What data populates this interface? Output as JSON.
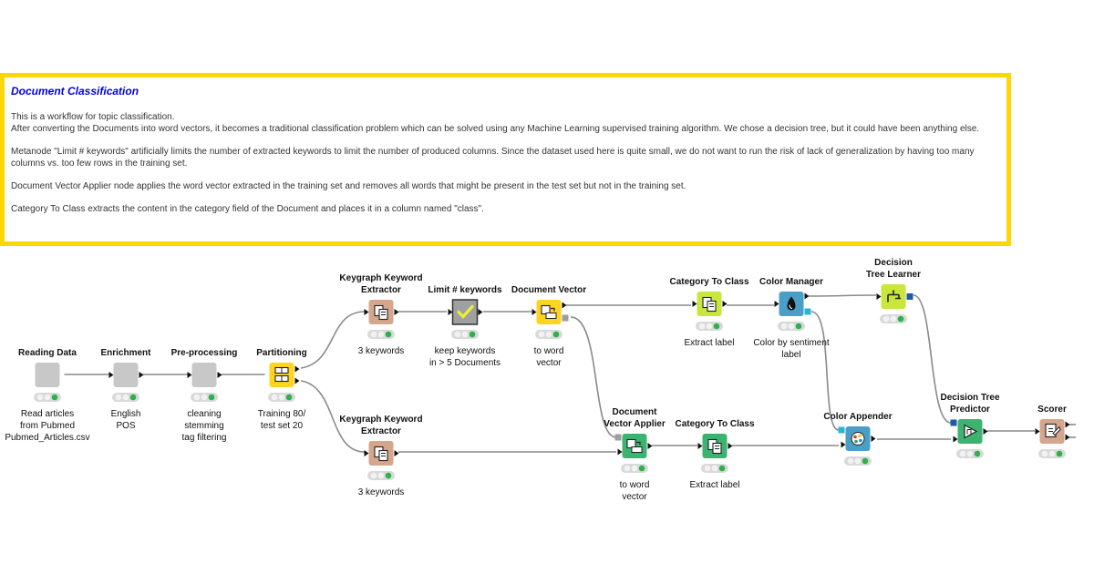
{
  "annotation": {
    "title": "Document Classification",
    "paragraphs": [
      "This is a workflow for topic classification.\nAfter converting the Documents into word vectors, it becomes a traditional classification problem which can be solved using any Machine Learning supervised training algorithm. We chose a decision tree, but it could have been anything else.",
      "Metanode \"Limit # keywords\" artificially limits the number of extracted keywords to limit the number of produced columns. Since the dataset used here is quite small, we do not want to run the risk of lack of generalization by having too many columns vs. too few rows in the training set.",
      "Document Vector Applier node applies the word vector extracted in the training set and removes all words that might be present in the test set but not in the training set.",
      "Category To Class extracts the content in the category field of the Document and places it in a column named \"class\"."
    ]
  },
  "colors": {
    "annotation_border": "#ffd700",
    "annotation_title": "#0000e6",
    "source_node": "#c8c8c8",
    "manipulator_node": "#ffd41e",
    "text_node": "#d5a58c",
    "learner_node": "#c9e63c",
    "predictor_node": "#3cb371",
    "viz_node": "#4a9fc7",
    "status_ok": "#2bb24c"
  },
  "nodes": [
    {
      "id": "reading",
      "title": [
        "Reading Data"
      ],
      "desc": [
        "Read articles",
        "from Pubmed",
        "Pubmed_Articles.csv"
      ],
      "kind": "source",
      "icon": "blank-icon"
    },
    {
      "id": "enrich",
      "title": [
        "Enrichment"
      ],
      "desc": [
        "English",
        "POS"
      ],
      "kind": "source",
      "icon": "blank-icon"
    },
    {
      "id": "preproc",
      "title": [
        "Pre-processing"
      ],
      "desc": [
        "cleaning",
        "stemming",
        "tag filtering"
      ],
      "kind": "source",
      "icon": "blank-icon"
    },
    {
      "id": "partition",
      "title": [
        "Partitioning"
      ],
      "desc": [
        "Training 80/",
        "test set 20"
      ],
      "kind": "manipulator",
      "icon": "table-split-icon"
    },
    {
      "id": "kge1",
      "title": [
        "Keygraph Keyword",
        "Extractor"
      ],
      "desc": [
        "3 keywords"
      ],
      "kind": "text",
      "icon": "keyword-icon"
    },
    {
      "id": "limit",
      "title": [
        "Limit # keywords"
      ],
      "desc": [
        "keep keywords",
        "in > 5 Documents"
      ],
      "kind": "metanode",
      "icon": "check-icon"
    },
    {
      "id": "docvec",
      "title": [
        "Document Vector"
      ],
      "desc": [
        "to word",
        "vector"
      ],
      "kind": "manipulator",
      "icon": "vector-icon"
    },
    {
      "id": "cat1",
      "title": [
        "Category To Class"
      ],
      "desc": [
        "Extract label"
      ],
      "kind": "learner",
      "icon": "keyword-icon"
    },
    {
      "id": "colormgr",
      "title": [
        "Color Manager"
      ],
      "desc": [
        "Color by sentiment",
        "label"
      ],
      "kind": "viz",
      "icon": "drop-icon"
    },
    {
      "id": "dtl",
      "title": [
        "Decision",
        "Tree Learner"
      ],
      "desc": [],
      "kind": "learner",
      "icon": "tree-icon"
    },
    {
      "id": "kge2",
      "title": [
        "Keygraph Keyword",
        "Extractor"
      ],
      "desc": [
        "3 keywords"
      ],
      "kind": "text",
      "icon": "keyword-icon"
    },
    {
      "id": "dva",
      "title": [
        "Document",
        "Vector Applier"
      ],
      "desc": [
        "to word",
        "vector"
      ],
      "kind": "predictor",
      "icon": "vector-icon"
    },
    {
      "id": "cat2",
      "title": [
        "Category To Class"
      ],
      "desc": [
        "Extract label"
      ],
      "kind": "predictor",
      "icon": "keyword-icon"
    },
    {
      "id": "colorapp",
      "title": [
        "Color Appender"
      ],
      "desc": [],
      "kind": "viz",
      "icon": "palette-icon"
    },
    {
      "id": "dtp",
      "title": [
        "Decision Tree",
        "Predictor"
      ],
      "desc": [],
      "kind": "predictor",
      "icon": "tree-predict-icon"
    },
    {
      "id": "scorer",
      "title": [
        "Scorer"
      ],
      "desc": [],
      "kind": "text",
      "icon": "score-icon"
    }
  ]
}
